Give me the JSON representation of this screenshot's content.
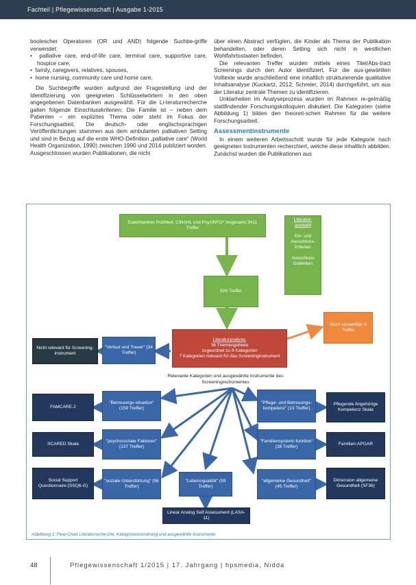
{
  "header": {
    "text": "Fachteil | Pflegewissenschaft | Ausgabe 1-2015"
  },
  "col1": {
    "p1": "boolescher Operatoren (OR und AND) folgende Suchbe-griffe verwendet:",
    "bullets": [
      "palliative care, end-of-life care, terminal care, supportive care, hospice care,",
      "family, caregivers, relatives, spouses,",
      "home nursing, community care und home care."
    ],
    "p2": "Die Suchbegriffe wurden aufgrund der Fragestellung und der Identifizierung von geeigneten Schlüsselwörtern in den oben angegebenen Datenbanken ausgewählt. Für die Li-teraturrecherche galten folgende Einschlusskriterien: Die Familie ist – neben dem Patienten – ein explizites Thema oder steht im Fokus der Forschungsarbeit. Die deutsch- oder englischsprachigen Veröffentlichungen stammen aus dem ambulanten palliativen Setting und sind in Bezug auf die erste WHO-Definition „palliative care“ (World Health Organization, 1990) zwischen 1990 und 2014 publiziert worden. Ausgeschlossen wurden Publikationen, die nicht"
  },
  "col2": {
    "p1": "über einen Abstract verfügten, die Kinder als Thema der Publikation behandelten, oder deren Setting sich nicht in westlichen Wohlfahrtsstaaten befinden.",
    "p2": "Die relevanten Treffer wurden mittels eines Titel/Abs-tract Screenings durch den Autor identifiziert. Für die aus-gewählten Volltexte wurde anschließend eine inhaltlich strukturierende qualitative Inhaltsanalyse (Kuckartz, 2012; Schreier, 2014) durchgeführt, um aus der Literatur zentrale Themen zu identifizieren.",
    "p3": "Unklarheiten im Analyseprozess wurden im Rahmen re-gelmäßig stattfindender Forschungskolloquien diskutiert. Die Kategorien (siehe Abbildung 1) bilden den theoreti-schen Rahmen für die weitere Forschungsarbeit.",
    "section": "Assessmentinstrumente",
    "p4": "In einem weiteren Arbeitsschritt wurde für jede Kategorie nach geeigneten Instrumenten recherchiert, welche diese inhaltlich abbilden. Zunächst wurden die Publikationen aus"
  },
  "figure": {
    "db_box": "Datenbanken PubMed, CINAHL und PsycINFO* insgesamt 3411 Treffer",
    "criteria": {
      "title": "Literatur-auswahl",
      "item1": "Ein- und Ausschluss-kriterien",
      "item2": "Ausschluss Dubletten"
    },
    "hits_box": "926 Treffer",
    "analysis": {
      "title": "Literaturanalyse:",
      "line1": "36 Themengebiete",
      "line2": "zugeordnet zu 8 Kategorien",
      "line3": "7 Kategorien relevant für das Screeninginstrument"
    },
    "not_relevant_orange": "Nicht verwertbar 8 Treffer",
    "not_relevant": "Nicht relevant für Screening-instrument",
    "verlust": "\"Verlust und Trauer\" (34 Treffer)",
    "mid_label": "Relevante Kategorien und ausgewählte Instrumente des Screeninginstrumentes",
    "famcare": "FAMCARE-2",
    "betreuungs": "\"Betreuungs-situation\" (159 Treffer)",
    "pflege_betreuung": "\"Pflege- und Betreuungs-kompetenz\" (13 Treffer)",
    "pflegende": "Pflegende Angehörige Kompetenz Skala",
    "scared": "SCARED Skala",
    "psycho": "\"psychosoziale Faktoren\" (137 Treffer)",
    "familien_sys": "\"Familiensystem/-funktion\" (38 Treffer)",
    "familien_apgar": "Familien-APGAR",
    "social": "Social Support Questionnaire (SSQ6-G)",
    "soziale": "\"soziale Unterstützung\" (56 Treffer)",
    "lebens": "\"Lebensqualität\" (59 Treffer)",
    "allg_gesund": "\"allgemeine Gesundheit\" (45 Treffer)",
    "dimension": "Dimension allgemeine Gesundheit (SF36)",
    "linear": "Linear Analog Self Assessment (LASA-11)",
    "caption": "Abbildung 1: Flow-Chart Literaturrecherche, Kategorienzuordnung und ausgewählte Instrumente"
  },
  "footer": {
    "page": "48",
    "text": "Pflegewissenschaft 1/2015 | 17. Jahrgang | hpsmedia, Nidda"
  },
  "colors": {
    "header": "#2c3e4f",
    "green": "#77b54c",
    "blue": "#3a67a8",
    "navy": "#22385d",
    "red": "#c0483a",
    "orange": "#f0893c",
    "accent": "#2a7bbf"
  }
}
